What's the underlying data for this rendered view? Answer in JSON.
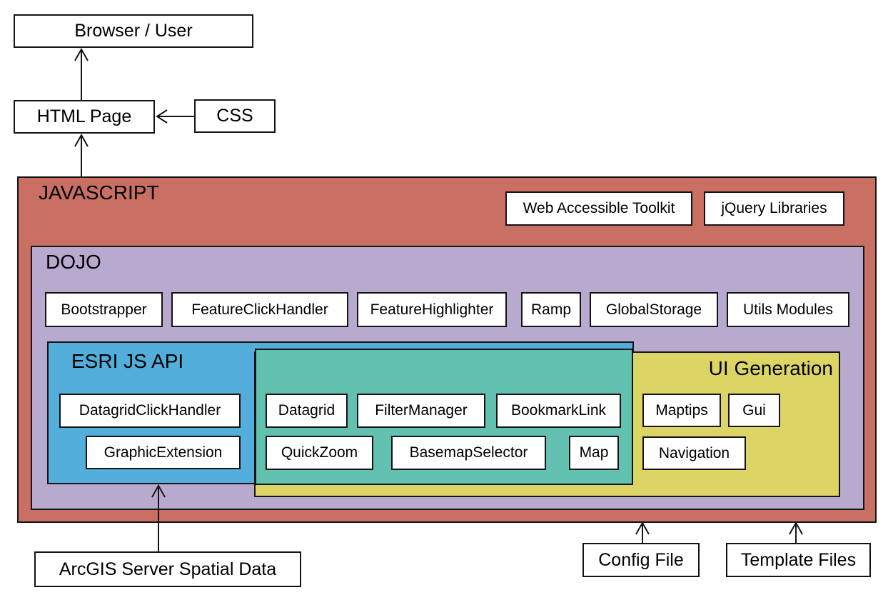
{
  "title": "RAMP JavaScript architecture diagram",
  "colors": {
    "javascript_layer": "#C96F64",
    "dojo_layer": "#B7AACE",
    "esri_layer": "#54AEDC",
    "ramp_core_layer": "#62C1B1",
    "ui_generation_layer": "#DCD566",
    "box_background": "#FFFFFF",
    "border": "#141414"
  },
  "external": {
    "browser_user": "Browser / User",
    "html_page": "HTML Page",
    "css": "CSS",
    "arcgis": "ArcGIS Server Spatial Data",
    "config_file": "Config File",
    "template_files": "Template Files"
  },
  "layers": {
    "javascript": {
      "label": "JAVASCRIPT"
    },
    "dojo": {
      "label": "DOJO"
    },
    "esri": {
      "label": "ESRI JS API"
    },
    "ui_generation": {
      "label": "UI Generation"
    }
  },
  "javascript_modules": {
    "web_accessible_toolkit": "Web Accessible Toolkit",
    "jquery_libraries": "jQuery Libraries"
  },
  "dojo_modules": [
    "Bootstrapper",
    "FeatureClickHandler",
    "FeatureHighlighter",
    "Ramp",
    "GlobalStorage",
    "Utils Modules"
  ],
  "esri_modules": [
    "DatagridClickHandler",
    "GraphicExtension"
  ],
  "core_modules_row1": [
    "Datagrid",
    "FilterManager",
    "BookmarkLink"
  ],
  "core_modules_row2": [
    "QuickZoom",
    "BasemapSelector",
    "Map"
  ],
  "ui_modules_row1": [
    "Maptips",
    "Gui"
  ],
  "ui_modules_row2": [
    "Navigation"
  ]
}
